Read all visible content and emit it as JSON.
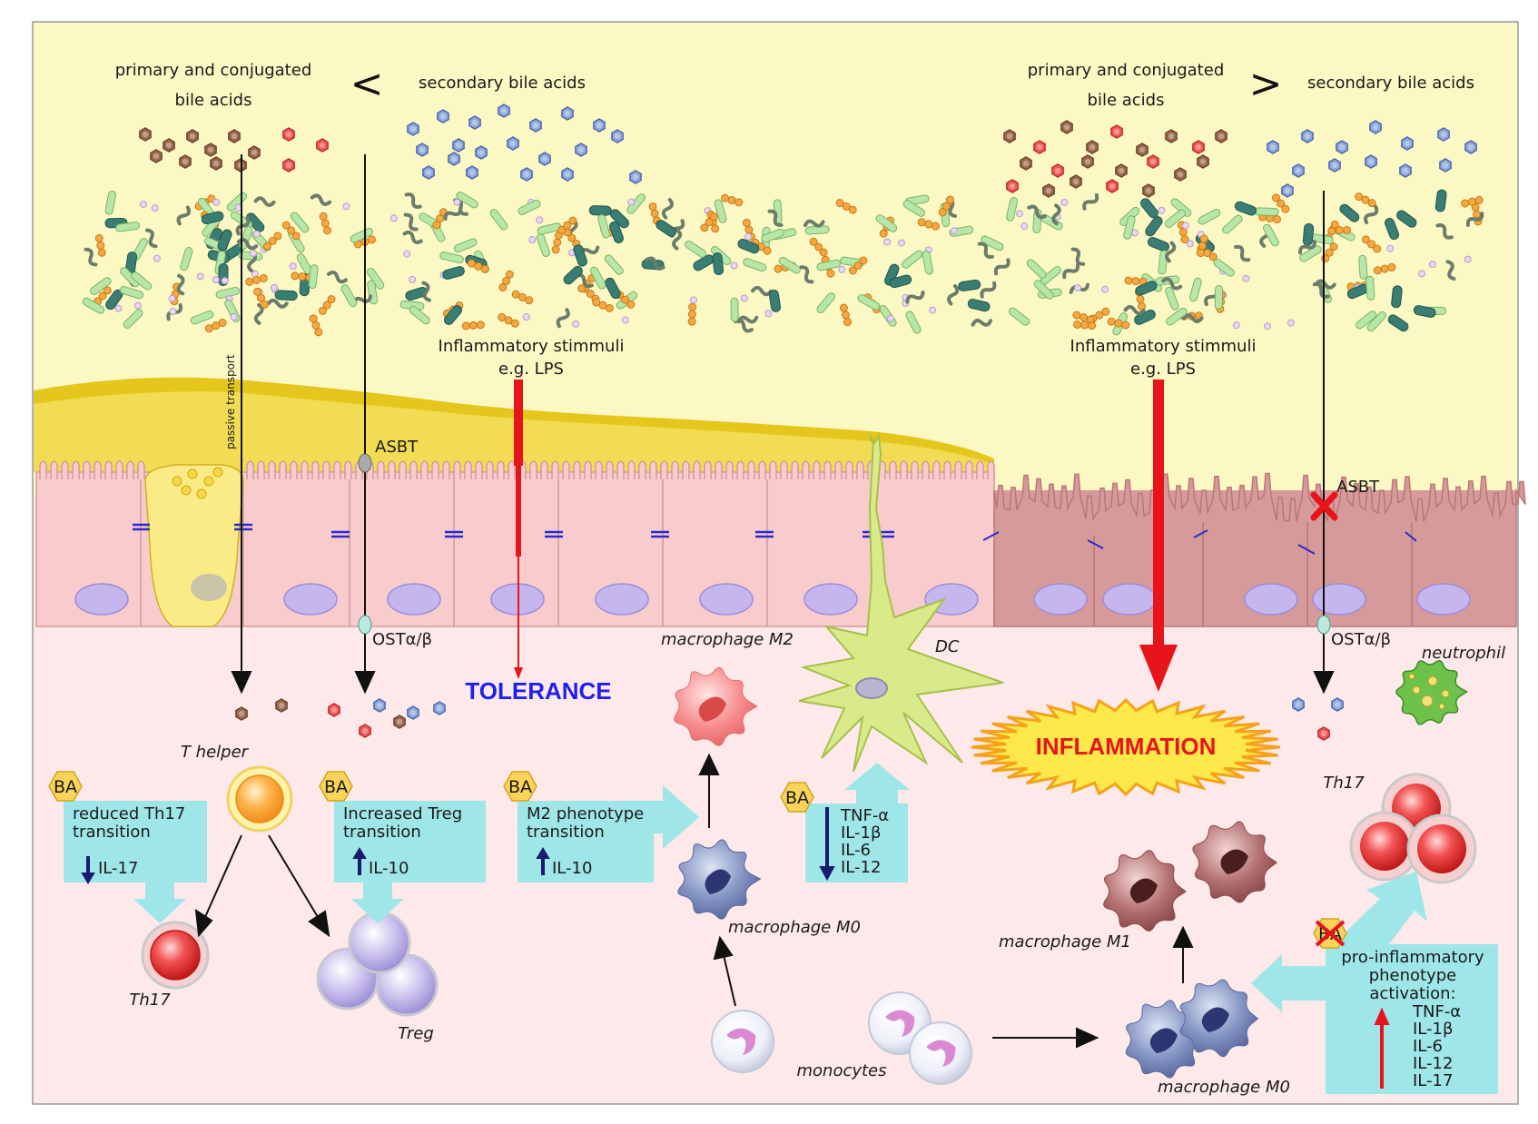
{
  "left_panel": {
    "bile_primary_line1": "primary and conjugated",
    "bile_primary_line2": "bile acids",
    "comparator": "<",
    "bile_secondary": "secondary bile acids",
    "passive_transport": "passive transport",
    "asbt": "ASBT",
    "ost": "OSTα/β",
    "stimuli_line1": "Inflammatory stimmuli",
    "stimuli_line2": "e.g. LPS",
    "outcome": "TOLERANCE",
    "t_helper": "T helper",
    "th17": "Th17",
    "treg": "Treg",
    "macrophage_m2": "macrophage M2",
    "macrophage_m0": "macrophage M0",
    "monocytes": "monocytes",
    "dc": "DC",
    "ba_label": "BA",
    "box_th17": {
      "line1": "reduced Th17",
      "line2": "transition",
      "marker": "IL-17"
    },
    "box_treg": {
      "line1": "Increased Treg",
      "line2": "transition",
      "marker": "IL-10"
    },
    "box_m2": {
      "line1": "M2 phenotype",
      "line2": "transition",
      "marker": "IL-10"
    },
    "box_dc": {
      "cytokines": [
        "TNF-α",
        "IL-1β",
        "IL-6",
        "IL-12"
      ]
    }
  },
  "right_panel": {
    "bile_primary_line1": "primary and conjugated",
    "bile_primary_line2": "bile acids",
    "comparator": ">",
    "bile_secondary": "secondary bile acids",
    "asbt": "ASBT",
    "ost": "OSTα/β",
    "stimuli_line1": "Inflammatory stimmuli",
    "stimuli_line2": "e.g. LPS",
    "outcome": "INFLAMMATION",
    "neutrophil": "neutrophil",
    "th17": "Th17",
    "macrophage_m1": "macrophage M1",
    "macrophage_m0": "macrophage M0",
    "ba_label": "BA",
    "box_pro": {
      "line1": "pro-inflammatory",
      "line2": "phenotype",
      "line3": "activation:",
      "cytokines": [
        "TNF-α",
        "IL-1β",
        "IL-6",
        "IL-12",
        "IL-17"
      ]
    }
  },
  "colors": {
    "lumen": "#fbf8c4",
    "mucus": "#e5c61c",
    "epithelium": "#f8cccc",
    "epithelium_inflamed": "#d79a9a",
    "lamina_propria": "#fde9e9",
    "stimulus_arrow": "#e8141b",
    "info_box": "#9fe6e9",
    "tolerance_text": "#1f1ff0"
  }
}
